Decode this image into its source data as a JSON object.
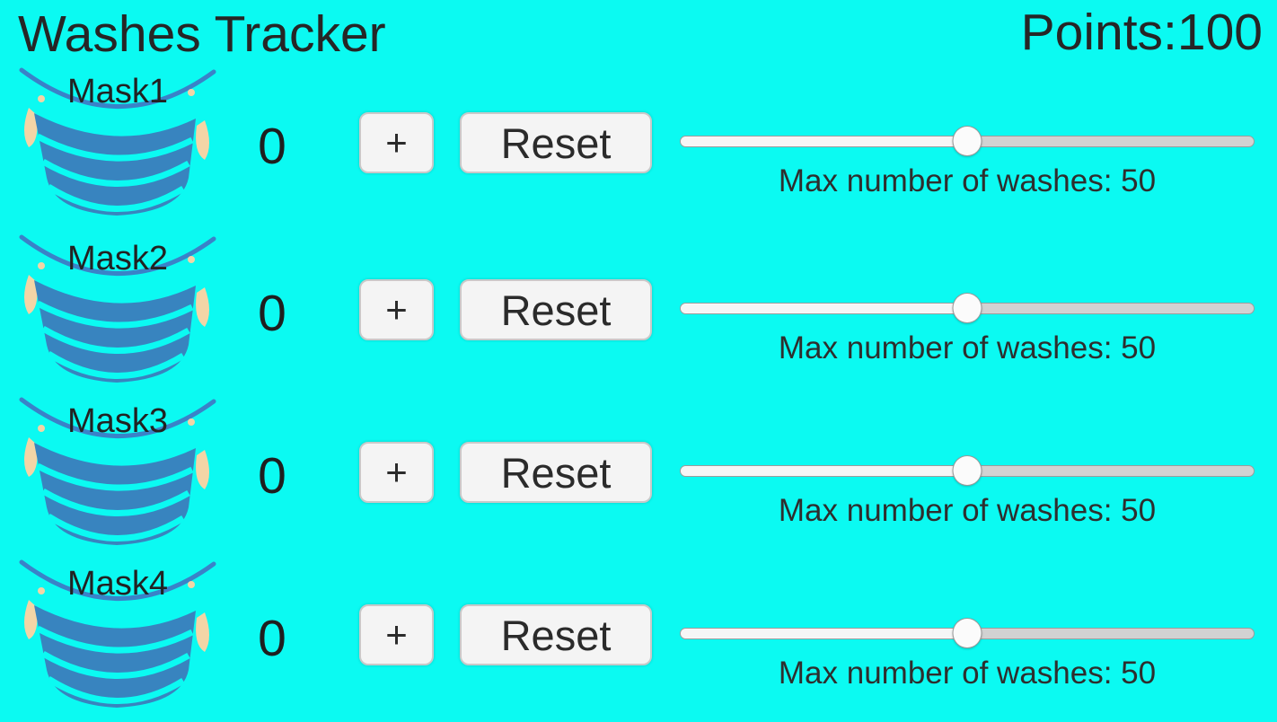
{
  "header": {
    "title": "Washes Tracker",
    "points_label": "Points:",
    "points_value": "100"
  },
  "colors": {
    "background": "#0BFAF2",
    "text": "#262626",
    "mask_body": "#3884BF",
    "mask_strap": "#3A82C8",
    "mask_ear": "#F3D5A6",
    "button_bg": "#F4F4F4",
    "button_border": "#C9C9C9",
    "slider_track": "#D2D2D2",
    "slider_fill": "#F6F6F6",
    "slider_thumb": "#FBFBFB"
  },
  "rows": [
    {
      "mask_label": "Mask1",
      "count": "0",
      "plus_label": "+",
      "reset_label": "Reset",
      "slider_percent": 50,
      "max_washes": 50,
      "max_label": "Max number of washes: 50"
    },
    {
      "mask_label": "Mask2",
      "count": "0",
      "plus_label": "+",
      "reset_label": "Reset",
      "slider_percent": 50,
      "max_washes": 50,
      "max_label": "Max number of washes: 50"
    },
    {
      "mask_label": "Mask3",
      "count": "0",
      "plus_label": "+",
      "reset_label": "Reset",
      "slider_percent": 50,
      "max_washes": 50,
      "max_label": "Max number of washes: 50"
    },
    {
      "mask_label": "Mask4",
      "count": "0",
      "plus_label": "+",
      "reset_label": "Reset",
      "slider_percent": 50,
      "max_washes": 50,
      "max_label": "Max number of washes: 50"
    }
  ]
}
